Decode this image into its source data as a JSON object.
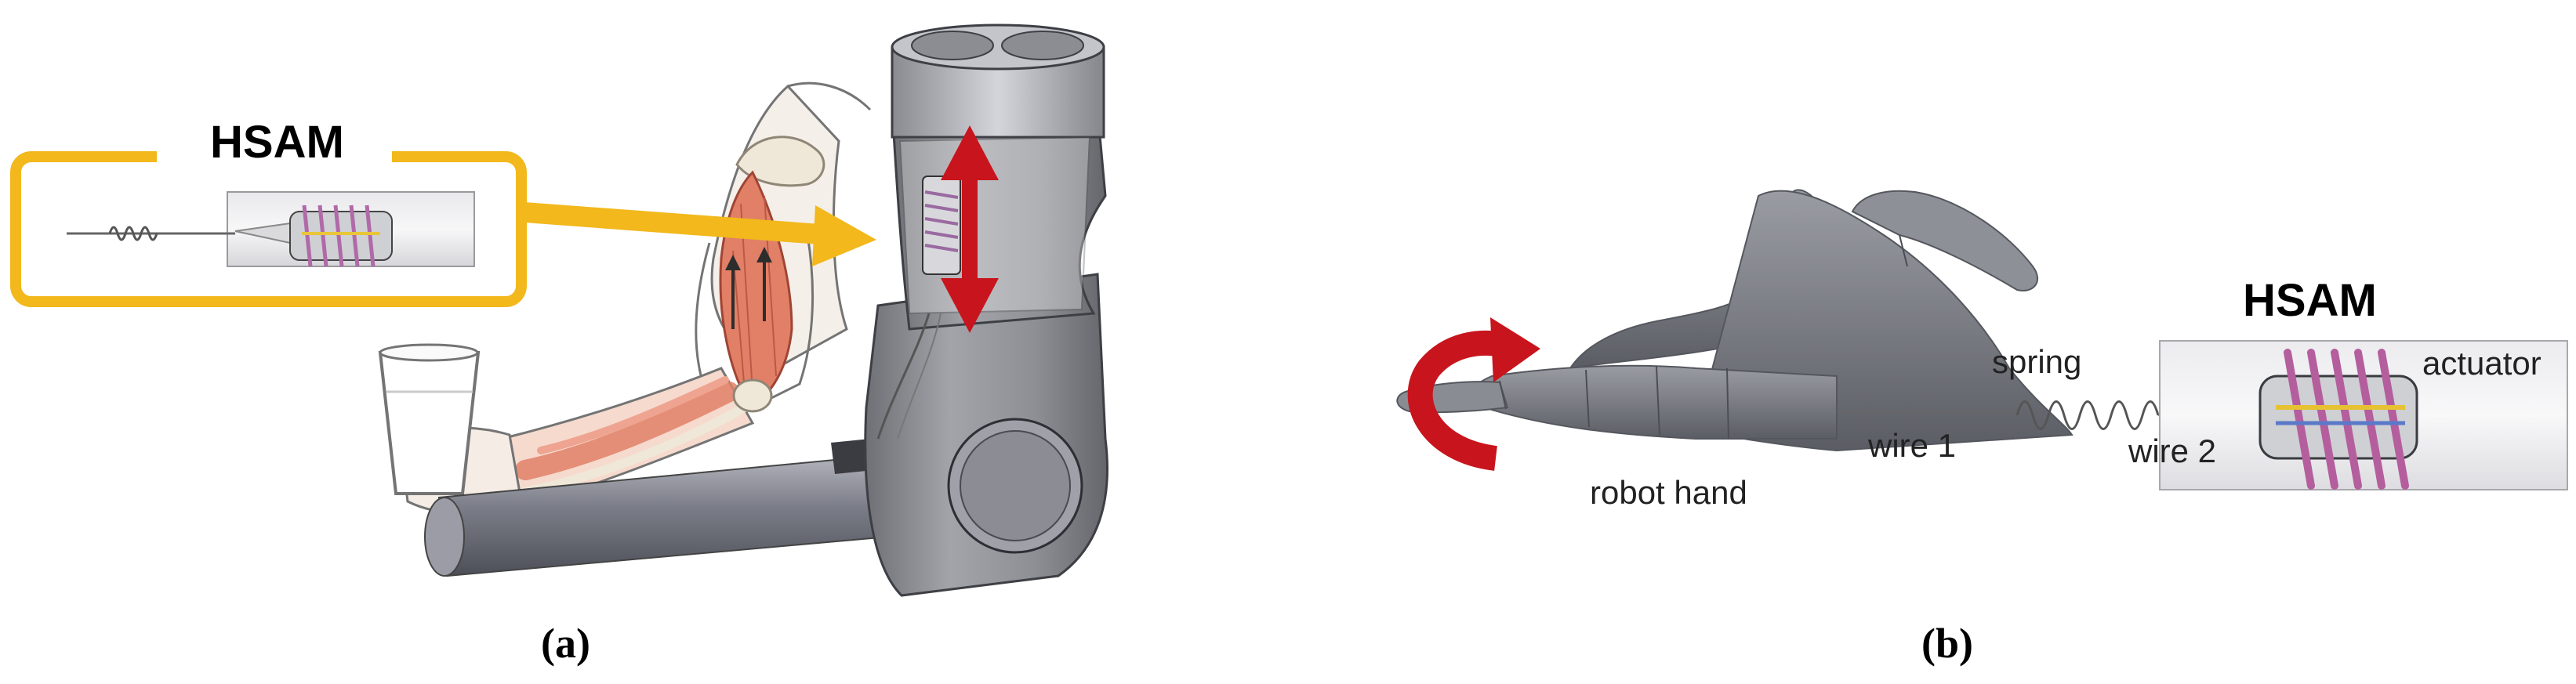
{
  "panel_a": {
    "hsam_label": "HSAM",
    "caption": "(a)",
    "colors": {
      "callout_frame": "#f2b81c",
      "arrow": "#f2b81c",
      "motion_arrow": "#c8141c",
      "device": "#8c8c90",
      "muscle": "#d9604a"
    }
  },
  "panel_b": {
    "hsam_label": "HSAM",
    "actuator_label": "actuator",
    "spring_label": "spring",
    "wire1_label": "wire 1",
    "wire2_label": "wire 2",
    "robot_hand_label": "robot hand",
    "caption": "(b)",
    "colors": {
      "rotation_arrow": "#c8141c",
      "hand": "#7d7f86"
    }
  }
}
